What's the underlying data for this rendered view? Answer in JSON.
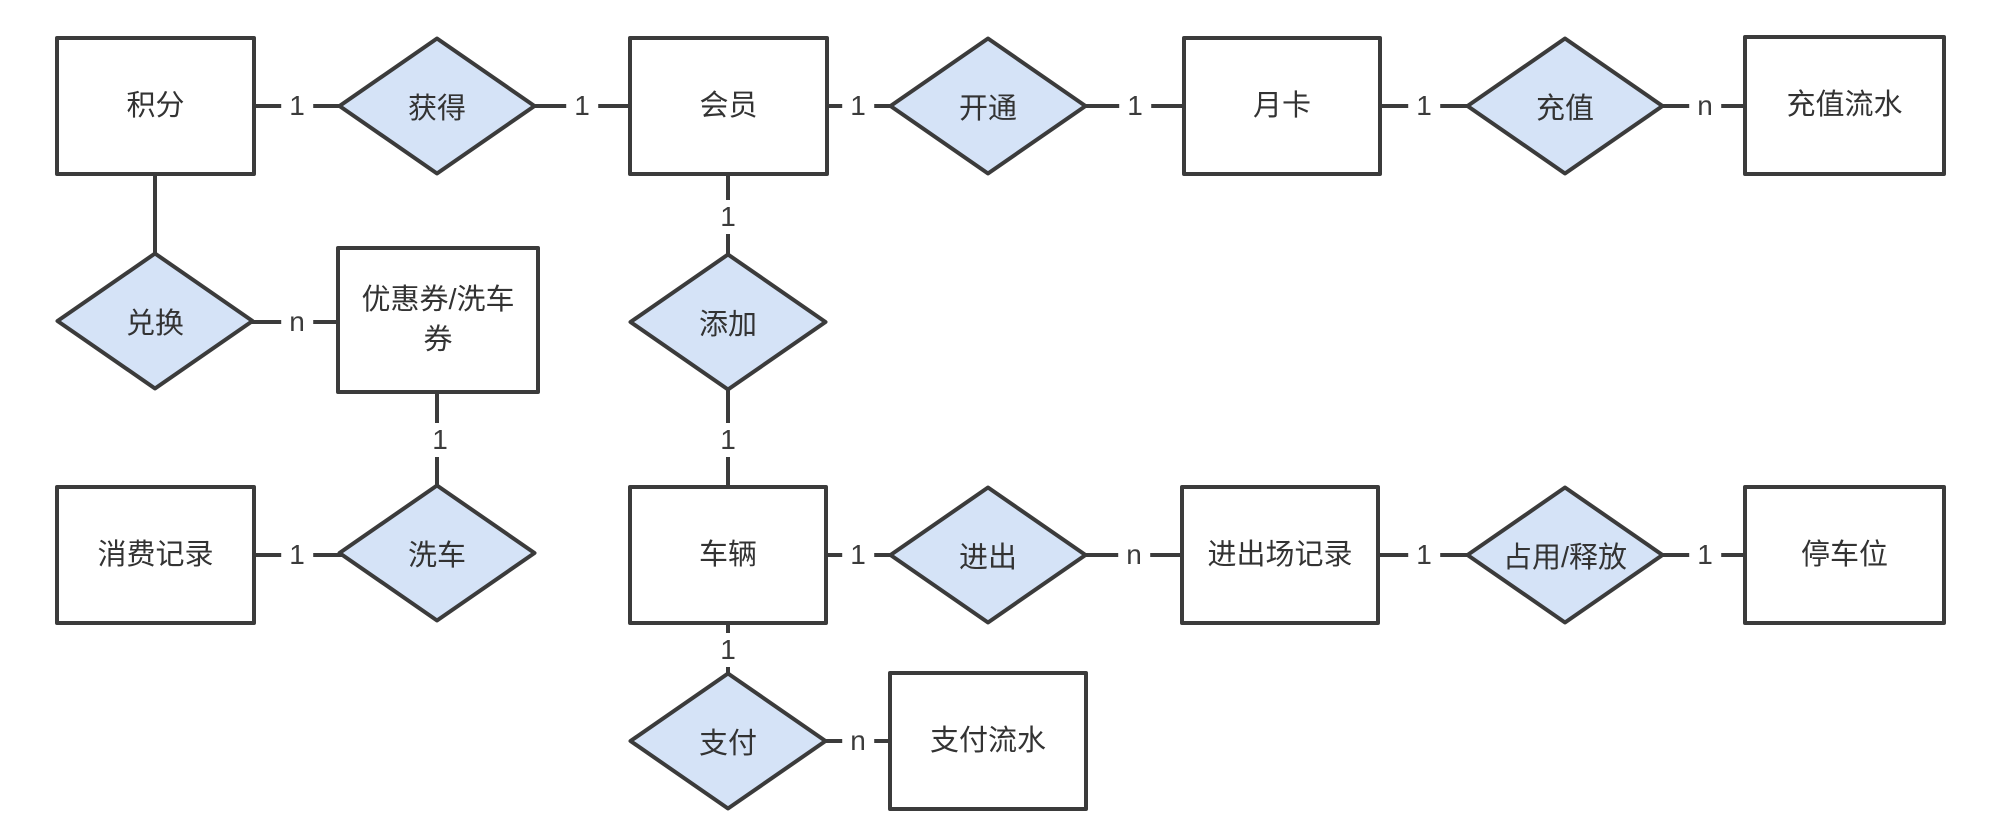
{
  "diagram": {
    "kind": "entity-relationship-diagram",
    "language": "zh-CN",
    "colors": {
      "background": "#ffffff",
      "entity_fill": "#ffffff",
      "relationship_fill": "#d5e3f7",
      "stroke": "#3b3b3b",
      "text": "#333333"
    }
  },
  "nodes": {
    "points": {
      "label": "积分"
    },
    "member": {
      "label": "会员"
    },
    "monthly_card": {
      "label": "月卡"
    },
    "recharge_flow": {
      "label": "充值流水"
    },
    "coupon": {
      "label": "优惠券/洗车券"
    },
    "consumption_record": {
      "label": "消费记录"
    },
    "vehicle": {
      "label": "车辆"
    },
    "entry_exit_record": {
      "label": "进出场记录"
    },
    "parking_space": {
      "label": "停车位"
    },
    "payment_flow": {
      "label": "支付流水"
    }
  },
  "relations": {
    "obtain": {
      "label": "获得"
    },
    "activate": {
      "label": "开通"
    },
    "recharge": {
      "label": "充值"
    },
    "redeem": {
      "label": "兑换"
    },
    "add": {
      "label": "添加"
    },
    "car_wash": {
      "label": "洗车"
    },
    "entry_exit": {
      "label": "进出"
    },
    "occupy_release": {
      "label": "占用/释放"
    },
    "pay": {
      "label": "支付"
    }
  },
  "cards": [
    "1",
    "1",
    "1",
    "1",
    "1",
    "n",
    "n",
    "1",
    "1",
    "1",
    "1",
    "1",
    "n",
    "1",
    "1",
    "1",
    "n"
  ],
  "edges": [
    {
      "from": "积分",
      "from_card": "1",
      "relation": "获得",
      "to_card": "1",
      "to": "会员"
    },
    {
      "from": "会员",
      "from_card": "1",
      "relation": "开通",
      "to_card": "1",
      "to": "月卡"
    },
    {
      "from": "月卡",
      "from_card": "1",
      "relation": "充值",
      "to_card": "n",
      "to": "充值流水"
    },
    {
      "from": "积分",
      "from_card": "",
      "relation": "兑换",
      "to_card": "n",
      "to": "优惠券/洗车券"
    },
    {
      "from": "会员",
      "from_card": "1",
      "relation": "添加",
      "to_card": "1",
      "to": "车辆"
    },
    {
      "from": "优惠券/洗车券",
      "from_card": "1",
      "relation": "洗车",
      "to_card": "1",
      "to": "消费记录"
    },
    {
      "from": "车辆",
      "from_card": "1",
      "relation": "进出",
      "to_card": "n",
      "to": "进出场记录"
    },
    {
      "from": "进出场记录",
      "from_card": "1",
      "relation": "占用/释放",
      "to_card": "1",
      "to": "停车位"
    },
    {
      "from": "车辆",
      "from_card": "1",
      "relation": "支付",
      "to_card": "n",
      "to": "支付流水"
    }
  ]
}
